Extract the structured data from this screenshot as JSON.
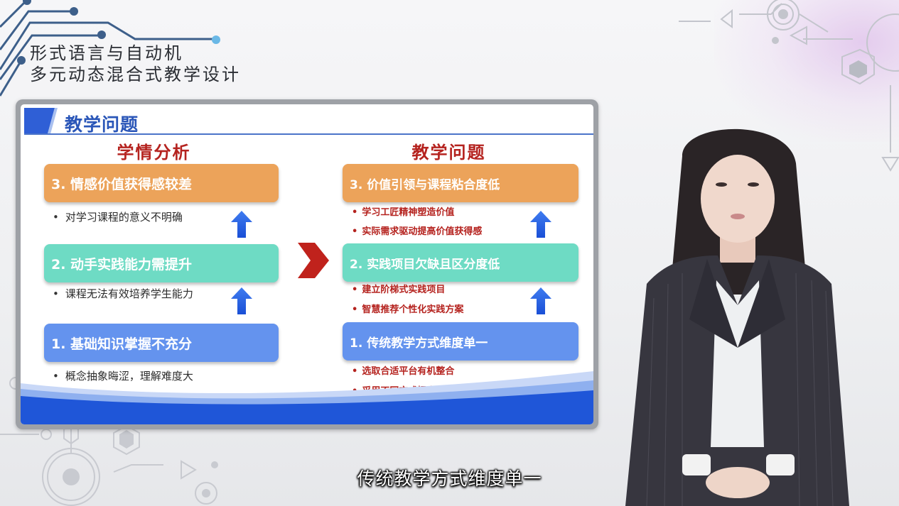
{
  "course": {
    "title_line1": "形式语言与自动机",
    "title_line2": "多元动态混合式教学设计"
  },
  "slide": {
    "title": "教学问题",
    "left_column": {
      "heading": "学情分析",
      "items": [
        {
          "label": "3. 情感价值获得感较差",
          "color": "#eca35a",
          "bullets": [
            "对学习课程的意义不明确"
          ]
        },
        {
          "label": "2. 动手实践能力需提升",
          "color": "#6edbc4",
          "bullets": [
            "课程无法有效培养学生能力"
          ]
        },
        {
          "label": "1. 基础知识掌握不充分",
          "color": "#6493ee",
          "bullets": [
            "概念抽象晦涩，理解难度大"
          ]
        }
      ]
    },
    "right_column": {
      "heading": "教学问题",
      "items": [
        {
          "label": "3. 价值引领与课程粘合度低",
          "color": "#eca35a",
          "bullets": [
            "学习工匠精神塑造价值",
            "实际需求驱动提高价值获得感"
          ]
        },
        {
          "label": "2. 实践项目欠缺且区分度低",
          "color": "#6edbc4",
          "bullets": [
            "建立阶梯式实践项目",
            "智慧推荐个性化实践方案"
          ]
        },
        {
          "label": "1. 传统教学方式维度单一",
          "color": "#6493ee",
          "bullets": [
            "选取合适平台有机整合",
            "采用不同方式提高互动"
          ]
        }
      ]
    },
    "icons": {
      "up_arrow": "up-arrow-icon",
      "transition": "chevron-right-icon"
    },
    "colors": {
      "title_blue": "#2a56b8",
      "heading_red": "#b5231f",
      "arrow_blue": "#1f5ae0",
      "chevron_red": "#c0221c"
    }
  },
  "subtitle": "传统教学方式维度单一"
}
